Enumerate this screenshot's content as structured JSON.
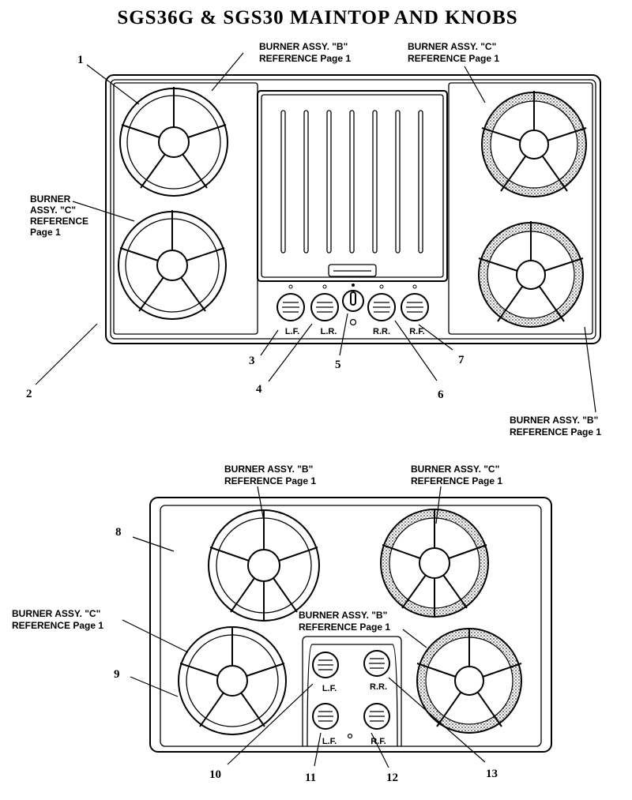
{
  "title": "SGS36G & SGS30 MAINTOP AND KNOBS",
  "callouts": {
    "burner_b_top_left": [
      "BURNER ASSY. \"B\"",
      "REFERENCE Page 1"
    ],
    "burner_c_top_right": [
      "BURNER ASSY. \"C\"",
      "REFERENCE Page 1"
    ],
    "burner_c_left": [
      "BURNER",
      "ASSY. \"C\"",
      "REFERENCE",
      "Page 1"
    ],
    "burner_b_bottom_right": [
      "BURNER ASSY. \"B\"",
      "REFERENCE Page 1"
    ],
    "burner_b_lower_top": [
      "BURNER ASSY. \"B\"",
      "REFERENCE Page 1"
    ],
    "burner_c_lower_top": [
      "BURNER ASSY. \"C\"",
      "REFERENCE Page 1"
    ],
    "burner_c_lower_left": [
      "BURNER ASSY. \"C\"",
      "REFERENCE Page 1"
    ],
    "burner_b_lower_center": [
      "BURNER ASSY. \"B\"",
      "REFERENCE Page 1"
    ]
  },
  "top_knob_labels": [
    "L.F.",
    "L.R.",
    "R.R.",
    "R.F."
  ],
  "bottom_knob_labels": [
    "L.F.",
    "R.R.",
    "L.F.",
    "R.F."
  ],
  "part_numbers": [
    "1",
    "2",
    "3",
    "4",
    "5",
    "6",
    "7",
    "8",
    "9",
    "10",
    "11",
    "12",
    "13"
  ]
}
